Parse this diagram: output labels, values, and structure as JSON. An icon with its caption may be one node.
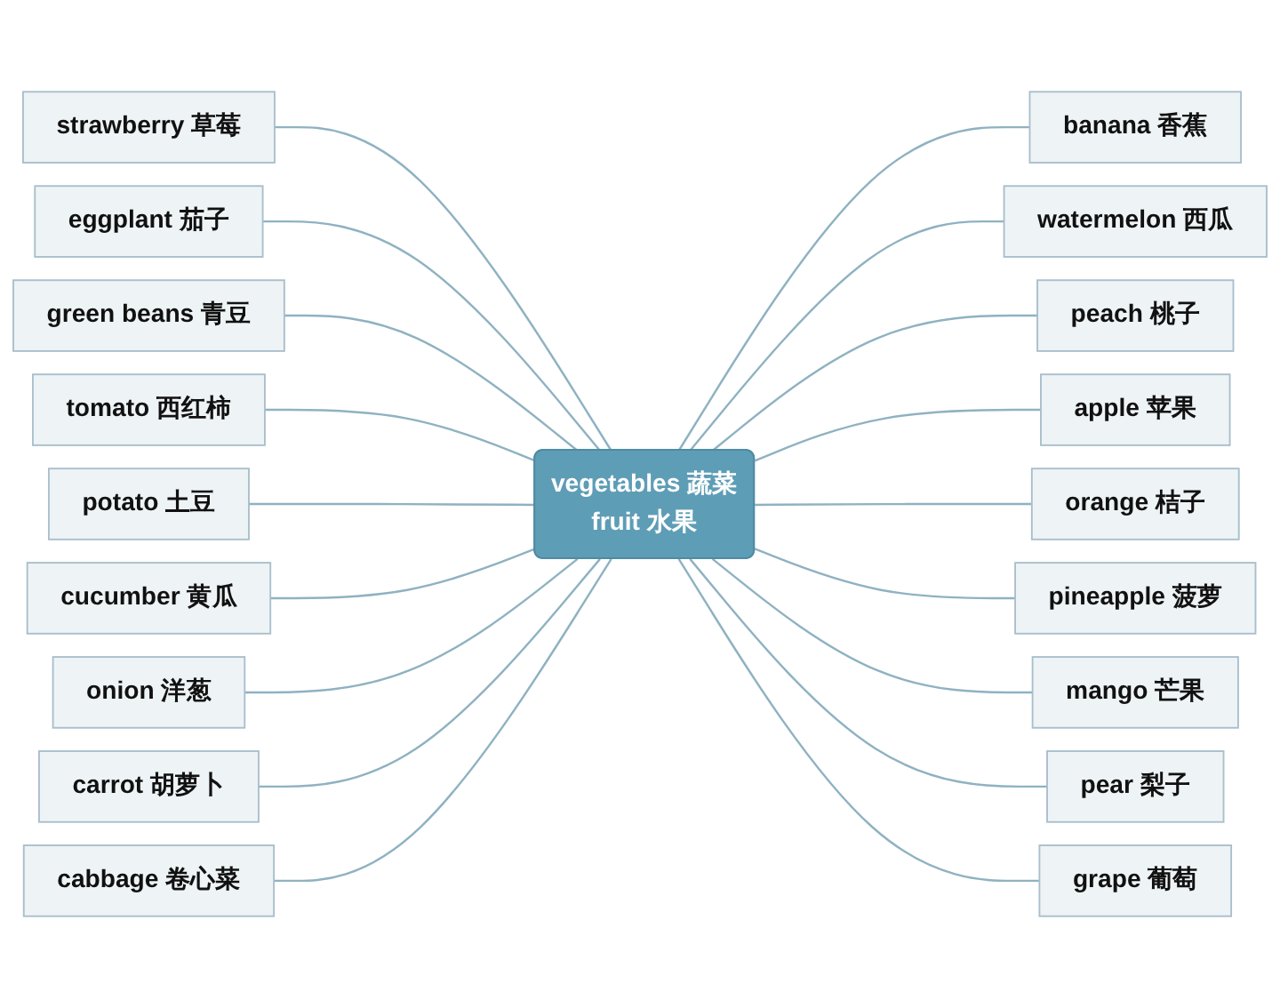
{
  "diagram": {
    "nodes": [
      {
        "text": [
          "vegetables 蔬菜",
          "fruit 水果"
        ]
      },
      {
        "text": [
          "strawberry 草莓"
        ]
      },
      {
        "text": [
          "eggplant 茄子"
        ]
      },
      {
        "text": [
          "green beans 青豆"
        ]
      },
      {
        "text": [
          "tomato 西红柿"
        ]
      },
      {
        "text": [
          "potato 土豆"
        ]
      },
      {
        "text": [
          "cucumber 黄瓜"
        ]
      },
      {
        "text": [
          "onion 洋葱"
        ]
      },
      {
        "text": [
          "carrot 胡萝卜"
        ]
      },
      {
        "text": [
          "cabbage 卷心菜"
        ]
      },
      {
        "text": [
          "banana 香蕉"
        ]
      },
      {
        "text": [
          "watermelon 西瓜"
        ]
      },
      {
        "text": [
          "peach 桃子"
        ]
      },
      {
        "text": [
          "apple 苹果"
        ]
      },
      {
        "text": [
          "orange 桔子"
        ]
      },
      {
        "text": [
          "pineapple 菠萝"
        ]
      },
      {
        "text": [
          "mango 芒果"
        ]
      },
      {
        "text": [
          "pear 梨子"
        ]
      },
      {
        "text": [
          "grape 葡萄"
        ]
      }
    ],
    "edges": [
      {
        "from": 1,
        "to": 0,
        "arrow": "none"
      },
      {
        "from": 2,
        "to": 0,
        "arrow": "none"
      },
      {
        "from": 3,
        "to": 0,
        "arrow": "none"
      },
      {
        "from": 4,
        "to": 0,
        "arrow": "none"
      },
      {
        "from": 5,
        "to": 0,
        "arrow": "none"
      },
      {
        "from": 6,
        "to": 0,
        "arrow": "none"
      },
      {
        "from": 7,
        "to": 0,
        "arrow": "none"
      },
      {
        "from": 8,
        "to": 0,
        "arrow": "none"
      },
      {
        "from": 9,
        "to": 0,
        "arrow": "none"
      },
      {
        "from": 0,
        "to": 10,
        "arrow": "none"
      },
      {
        "from": 0,
        "to": 11,
        "arrow": "none"
      },
      {
        "from": 0,
        "to": 12,
        "arrow": "none"
      },
      {
        "from": 0,
        "to": 13,
        "arrow": "none"
      },
      {
        "from": 0,
        "to": 14,
        "arrow": "none"
      },
      {
        "from": 0,
        "to": 15,
        "arrow": "none"
      },
      {
        "from": 0,
        "to": 16,
        "arrow": "none"
      },
      {
        "from": 0,
        "to": 17,
        "arrow": "none"
      },
      {
        "from": 0,
        "to": 18,
        "arrow": "none"
      }
    ]
  }
}
